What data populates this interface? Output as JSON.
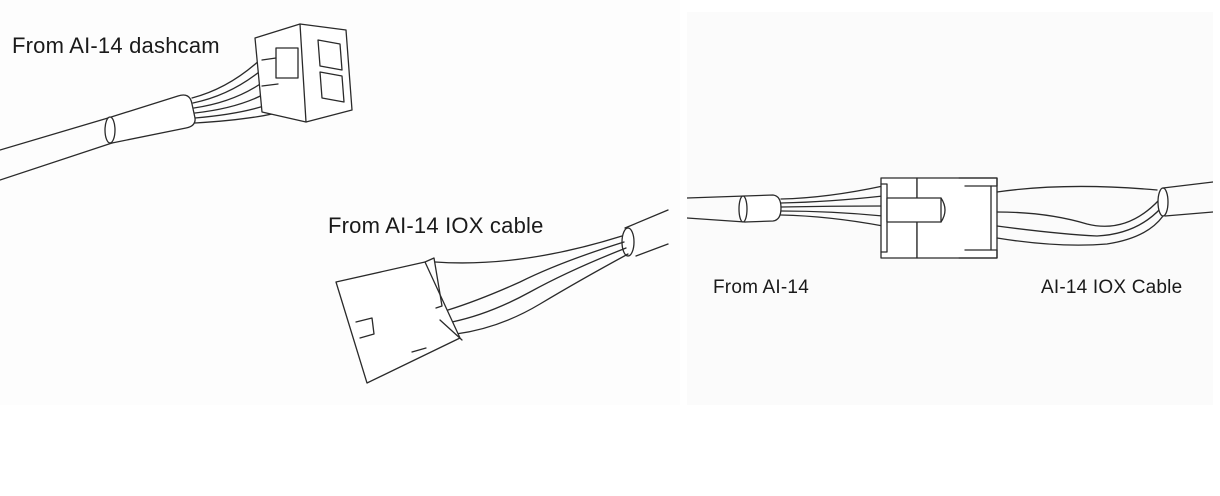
{
  "labels": {
    "dashcam": "From AI-14 dashcam",
    "iox_cable": "From AI-14 IOX cable",
    "from_ai14": "From AI-14",
    "ai14_iox_cable": "AI-14 IOX Cable"
  },
  "colors": {
    "background": "#ffffff",
    "line": "#2a2a2a",
    "text": "#1a1a1a"
  }
}
